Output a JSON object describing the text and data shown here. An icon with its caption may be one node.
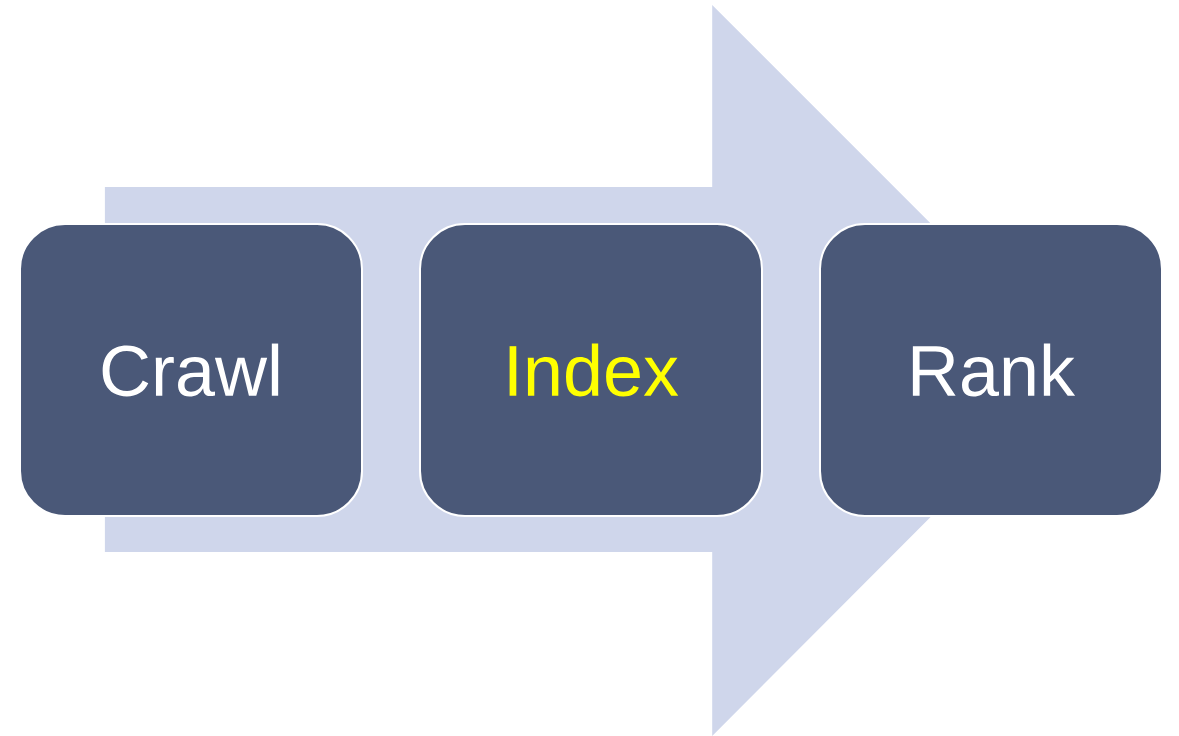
{
  "diagram": {
    "nodes": [
      {
        "text": [
          "Crawl"
        ]
      },
      {
        "text": [
          "Index"
        ]
      },
      {
        "text": [
          "Rank"
        ]
      }
    ],
    "edges": [
      {
        "from": 0,
        "to": 2,
        "arrow": "to"
      }
    ]
  }
}
